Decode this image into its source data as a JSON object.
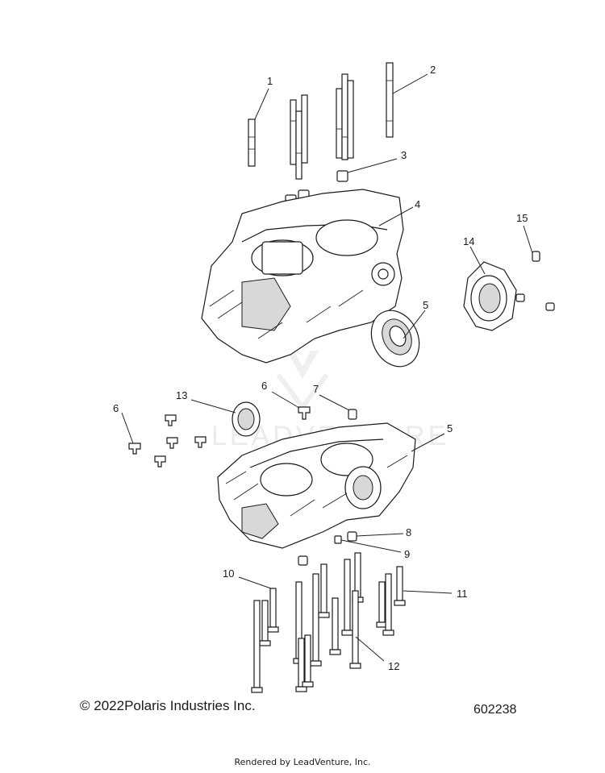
{
  "callouts": [
    {
      "id": "1",
      "label": "1"
    },
    {
      "id": "2",
      "label": "2"
    },
    {
      "id": "3",
      "label": "3"
    },
    {
      "id": "4",
      "label": "4"
    },
    {
      "id": "5a",
      "label": "5"
    },
    {
      "id": "6a",
      "label": "6"
    },
    {
      "id": "7",
      "label": "7"
    },
    {
      "id": "13",
      "label": "13"
    },
    {
      "id": "6b",
      "label": "6"
    },
    {
      "id": "5b",
      "label": "5"
    },
    {
      "id": "8",
      "label": "8"
    },
    {
      "id": "9",
      "label": "9"
    },
    {
      "id": "10",
      "label": "10"
    },
    {
      "id": "11",
      "label": "11"
    },
    {
      "id": "12",
      "label": "12"
    },
    {
      "id": "14",
      "label": "14"
    },
    {
      "id": "15",
      "label": "15"
    }
  ],
  "watermark": "LEADVENTURE",
  "footer": {
    "copyright": "© 2022Polaris Industries Inc.",
    "reference": "602238",
    "rendered_by": "Rendered by LeadVenture, Inc."
  }
}
